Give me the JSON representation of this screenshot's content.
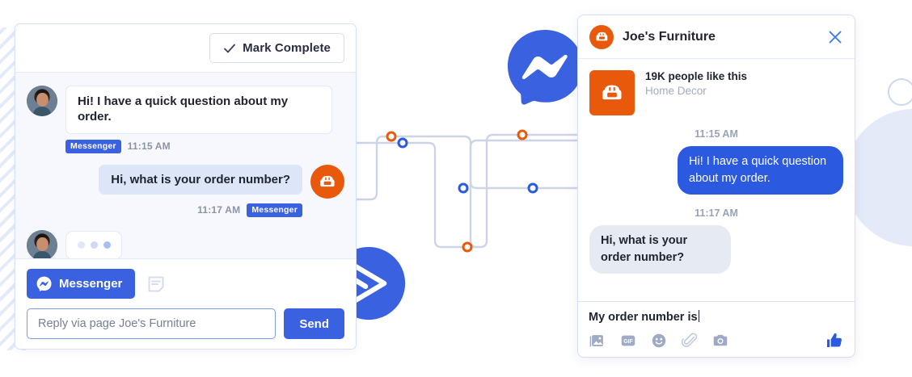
{
  "brand": {
    "accent_blue": "#3a62e0",
    "messenger_blue": "#2b59e0",
    "orange": "#e8590c",
    "bubble_in_bg": "#e6eaf2",
    "agent_bubble_bg": "#dde5f9"
  },
  "agent_inbox": {
    "toolbar": {
      "mark_complete_label": "Mark Complete"
    },
    "thread": [
      {
        "direction": "in",
        "text": "Hi! I have a quick question about my order.",
        "channel": "Messenger",
        "time": "11:15 AM"
      },
      {
        "direction": "out",
        "text": "Hi, what is your order number?",
        "channel": "Messenger",
        "time": "11:17 AM"
      },
      {
        "direction": "in",
        "typing": true
      }
    ],
    "compose": {
      "tab_label": "Messenger",
      "note_icon": "note-icon",
      "reply_placeholder": "Reply via page Joe's Furniture",
      "reply_value": "",
      "send_label": "Send"
    }
  },
  "messenger_widget": {
    "header": {
      "title": "Joe's Furniture",
      "close_icon": "close-icon"
    },
    "page_card": {
      "likes": "19K people like this",
      "category": "Home Decor"
    },
    "messages": [
      {
        "time": "11:15 AM",
        "direction": "out",
        "text": "Hi! I have a quick question about my order."
      },
      {
        "time": "11:17 AM",
        "direction": "in",
        "text": "Hi, what is your order number?"
      }
    ],
    "compose": {
      "draft": "My order number is",
      "icons": [
        "photo-icon",
        "gif-icon",
        "smiley-icon",
        "paperclip-icon",
        "camera-icon"
      ],
      "like_icon": "thumbs-up-icon"
    }
  },
  "decor": {
    "logos": [
      "messenger-logo",
      "activecampaign-logo"
    ],
    "nodes_blue": 3,
    "nodes_orange": 3
  }
}
